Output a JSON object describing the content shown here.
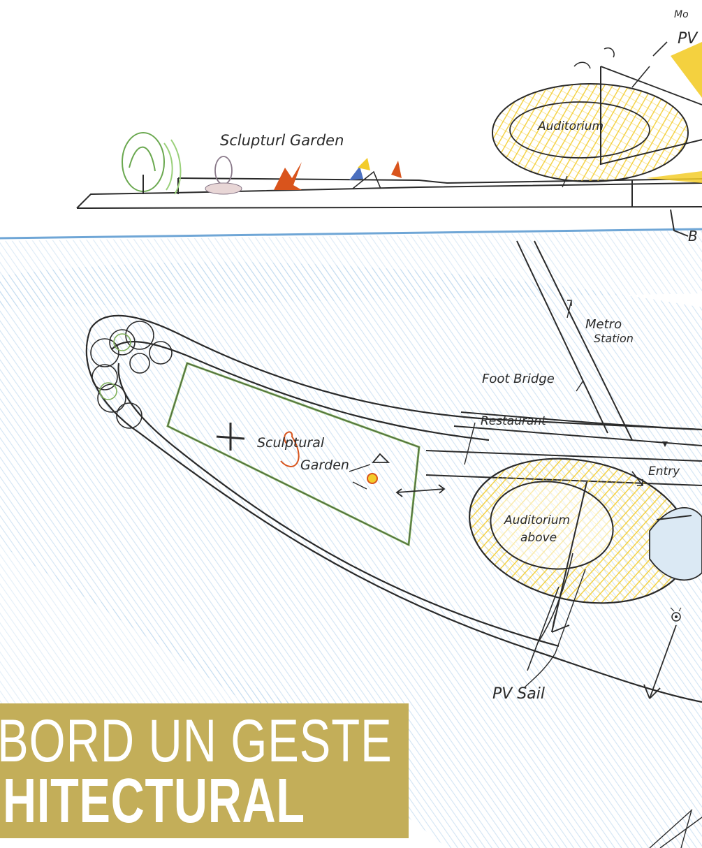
{
  "sketch": {
    "labels": {
      "sculptural_garden_elevation": "Sclupturl Garden",
      "top_right_small": "Mo",
      "top_right_pv": "PV",
      "auditorium_elevation": "Auditorium",
      "bottom_right_b": "B",
      "metro": "Metro",
      "station": "Station",
      "foot_bridge": "Foot Bridge",
      "restaurant": "Restaurant",
      "sculptural_garden_plan_1": "Sculptural",
      "sculptural_garden_plan_2": "Garden",
      "entry": "Entry",
      "auditorium_plan_1": "Auditorium",
      "auditorium_plan_2": "above",
      "pv_sail": "PV Sail"
    },
    "colors": {
      "water": "#9cc5e6",
      "pencil": "#2a2a2a",
      "yellow": "#f3cc2a",
      "green": "#7fb05a",
      "orange": "#d9541c",
      "title_band": "#c3ae59"
    }
  },
  "title": {
    "line1": "BORD UN GESTE",
    "line2": "HITECTURAL"
  }
}
